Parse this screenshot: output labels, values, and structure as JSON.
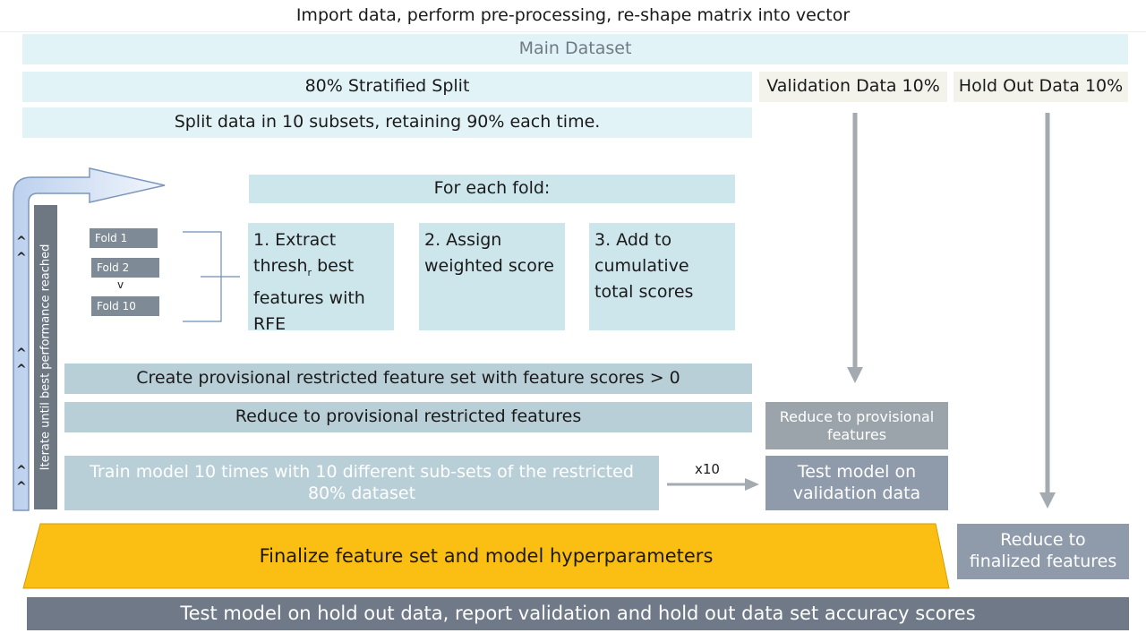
{
  "title": "Import data, perform pre-processing, re-shape matrix into vector",
  "main_dataset": "Main Dataset",
  "stratified_split": "80% Stratified Split",
  "validation_data": "Validation Data 10%",
  "holdout_data": "Hold Out Data 10%",
  "split_subsets": "Split data in 10 subsets, retaining 90% each time.",
  "iterate_label": "Iterate until best performance reached",
  "for_each_fold": "For each fold:",
  "folds": [
    "Fold 1",
    "Fold 2",
    "v",
    "Fold 10"
  ],
  "step1": {
    "line1": "1. Extract",
    "line2a": "thresh",
    "line2sub": "r",
    "line2b": " best",
    "line3": "features with",
    "line4": "RFE"
  },
  "step2": {
    "line1": "2. Assign",
    "line2": "weighted score"
  },
  "step3": {
    "line1": "3. Add to",
    "line2": "cumulative",
    "line3": "total scores"
  },
  "provisional_set": "Create provisional restricted feature set with feature scores > 0",
  "reduce_provisional": "Reduce to provisional restricted features",
  "reduce_provisional_val": "Reduce to provisional features",
  "train_model": "Train model 10 times with 10 different sub-sets of the restricted 80% dataset",
  "x10_label": "x10",
  "test_validation": "Test model on validation data",
  "finalize": "Finalize feature set and model hyperparameters",
  "reduce_finalized": "Reduce  to finalized features",
  "test_holdout": "Test model on hold out data, report validation and hold out data set accuracy scores",
  "caret_symbol": "^"
}
